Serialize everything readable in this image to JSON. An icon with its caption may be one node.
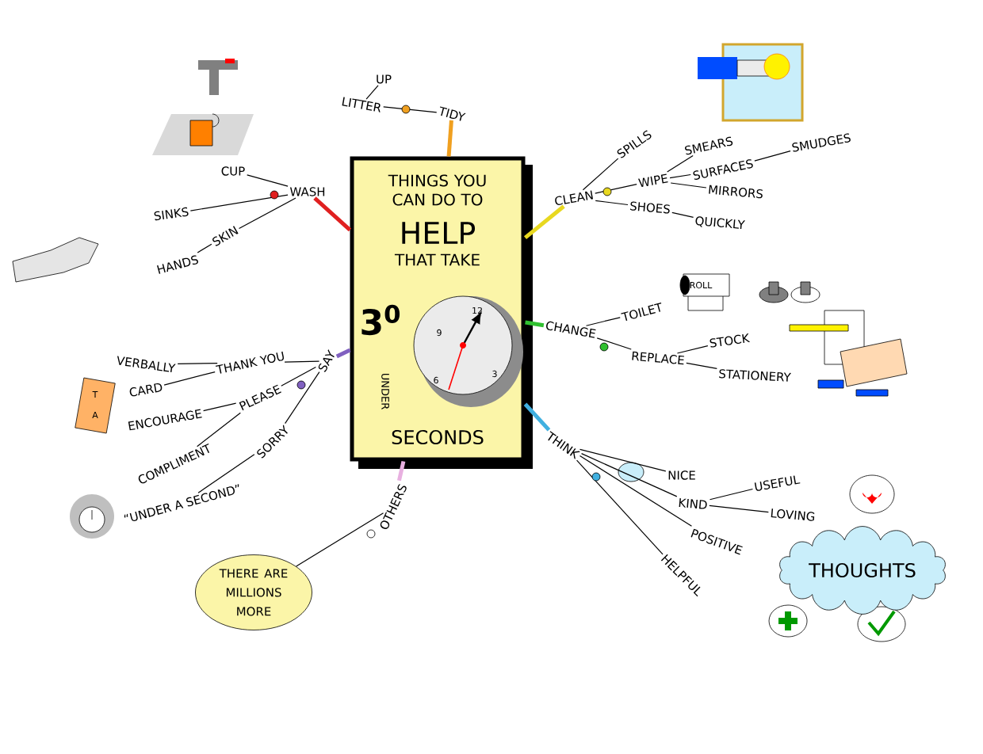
{
  "diagram": {
    "nodes": [
      {
        "text": [
          "THINGS YOU CAN DO TO",
          "HELP",
          "THAT TAKE",
          "3$^{0}$",
          "UNDER",
          "SECONDS"
        ]
      },
      {
        "text": [
          "WASH"
        ]
      },
      {
        "text": [
          "CUP"
        ]
      },
      {
        "text": [
          "SINKS"
        ]
      },
      {
        "text": [
          "SKIN"
        ]
      },
      {
        "text": [
          "HANDS"
        ]
      },
      {
        "text": [
          "TIDY"
        ]
      },
      {
        "text": [
          "LITTER"
        ]
      },
      {
        "text": [
          "UP"
        ]
      },
      {
        "text": [
          "CLEAN"
        ]
      },
      {
        "text": [
          "SPILLS"
        ]
      },
      {
        "text": [
          "WIPE"
        ]
      },
      {
        "text": [
          "SMEARS"
        ]
      },
      {
        "text": [
          "SURFACES"
        ]
      },
      {
        "text": [
          "SMUDGES"
        ]
      },
      {
        "text": [
          "MIRRORS"
        ]
      },
      {
        "text": [
          "SHOES"
        ]
      },
      {
        "text": [
          "QUICKLY"
        ]
      },
      {
        "text": [
          "CHANGE"
        ]
      },
      {
        "text": [
          "TOILET"
        ]
      },
      {
        "text": [
          "REPLACE"
        ]
      },
      {
        "text": [
          "STOCK"
        ]
      },
      {
        "text": [
          "STATIONERY"
        ]
      },
      {
        "text": [
          "THINK"
        ]
      },
      {
        "text": [
          "NICE"
        ]
      },
      {
        "text": [
          "KIND"
        ]
      },
      {
        "text": [
          "USEFUL"
        ]
      },
      {
        "text": [
          "LOVING"
        ]
      },
      {
        "text": [
          "POSITIVE"
        ]
      },
      {
        "text": [
          "HELPFUL"
        ]
      },
      {
        "text": [
          "SAY"
        ]
      },
      {
        "text": [
          "THANK YOU"
        ]
      },
      {
        "text": [
          "VERBALLY"
        ]
      },
      {
        "text": [
          "CARD"
        ]
      },
      {
        "text": [
          "PLEASE"
        ]
      },
      {
        "text": [
          "ENCOURAGE"
        ]
      },
      {
        "text": [
          "COMPLIMENT"
        ]
      },
      {
        "text": [
          "SORRY"
        ]
      },
      {
        "text": [
          "“UNDER A SECOND”"
        ]
      },
      {
        "text": [
          "OTHERS"
        ]
      },
      {
        "text": [
          "THERE ARE MILLIONS MORE"
        ]
      },
      {
        "text": [
          "THOUGHTS"
        ]
      }
    ],
    "edges": [
      {
        "from": 0,
        "to": 1,
        "arrow": "none",
        "style": "thick",
        "color": "#e02020"
      },
      {
        "from": 1,
        "to": 2,
        "arrow": "none"
      },
      {
        "from": 1,
        "to": 3,
        "arrow": "none"
      },
      {
        "from": 1,
        "to": 4,
        "arrow": "none"
      },
      {
        "from": 4,
        "to": 5,
        "arrow": "none"
      },
      {
        "from": 0,
        "to": 6,
        "arrow": "none",
        "style": "thick",
        "color": "#f0a020"
      },
      {
        "from": 6,
        "to": 7,
        "arrow": "none"
      },
      {
        "from": 7,
        "to": 8,
        "arrow": "none"
      },
      {
        "from": 0,
        "to": 9,
        "arrow": "none",
        "style": "thick",
        "color": "#e8d820"
      },
      {
        "from": 9,
        "to": 10,
        "arrow": "none"
      },
      {
        "from": 9,
        "to": 11,
        "arrow": "none"
      },
      {
        "from": 9,
        "to": 16,
        "arrow": "none"
      },
      {
        "from": 11,
        "to": 12,
        "arrow": "none"
      },
      {
        "from": 11,
        "to": 13,
        "arrow": "none"
      },
      {
        "from": 11,
        "to": 15,
        "arrow": "none"
      },
      {
        "from": 13,
        "to": 14,
        "arrow": "none"
      },
      {
        "from": 16,
        "to": 17,
        "arrow": "none"
      },
      {
        "from": 0,
        "to": 18,
        "arrow": "none",
        "style": "thick",
        "color": "#30c030"
      },
      {
        "from": 18,
        "to": 19,
        "arrow": "none"
      },
      {
        "from": 18,
        "to": 20,
        "arrow": "none"
      },
      {
        "from": 20,
        "to": 21,
        "arrow": "none"
      },
      {
        "from": 20,
        "to": 22,
        "arrow": "none"
      },
      {
        "from": 0,
        "to": 23,
        "arrow": "none",
        "style": "thick",
        "color": "#40b0e0"
      },
      {
        "from": 23,
        "to": 24,
        "arrow": "none"
      },
      {
        "from": 23,
        "to": 25,
        "arrow": "none"
      },
      {
        "from": 23,
        "to": 28,
        "arrow": "none"
      },
      {
        "from": 23,
        "to": 29,
        "arrow": "none"
      },
      {
        "from": 25,
        "to": 26,
        "arrow": "none"
      },
      {
        "from": 25,
        "to": 27,
        "arrow": "none"
      },
      {
        "from": 0,
        "to": 30,
        "arrow": "none",
        "style": "thick",
        "color": "#8060c0"
      },
      {
        "from": 30,
        "to": 31,
        "arrow": "none"
      },
      {
        "from": 30,
        "to": 34,
        "arrow": "none"
      },
      {
        "from": 30,
        "to": 37,
        "arrow": "none"
      },
      {
        "from": 31,
        "to": 32,
        "arrow": "none"
      },
      {
        "from": 31,
        "to": 33,
        "arrow": "none"
      },
      {
        "from": 34,
        "to": 35,
        "arrow": "none"
      },
      {
        "from": 34,
        "to": 36,
        "arrow": "none"
      },
      {
        "from": 37,
        "to": 38,
        "arrow": "none"
      },
      {
        "from": 0,
        "to": 39,
        "arrow": "none",
        "style": "thick",
        "color": "#e8b0e0"
      },
      {
        "from": 39,
        "to": 40,
        "arrow": "none"
      }
    ],
    "labels": [
      "12",
      "9",
      "3",
      "6",
      "ROLL",
      "T",
      "A"
    ]
  }
}
